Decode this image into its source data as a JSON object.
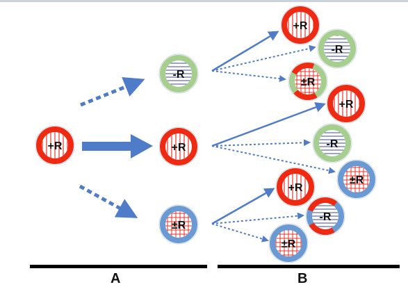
{
  "colors": {
    "red": "#ee2a12",
    "green": "#a6cf8f",
    "blue": "#6a9ad3",
    "arrow": "#4f7cc9",
    "hatch_red": "#e8322a",
    "hatch_blue": "#3b4a8c"
  },
  "stages": [
    {
      "label": "A"
    },
    {
      "label": "B"
    }
  ],
  "cells": {
    "parent": {
      "label": "+R",
      "type": "plus"
    },
    "gen1": [
      {
        "label": "-R",
        "type": "minus"
      },
      {
        "label": "+R",
        "type": "plus"
      },
      {
        "label": "±R",
        "type": "pm"
      }
    ],
    "gen2": [
      {
        "label": "+R",
        "type": "plus"
      },
      {
        "label": "-R",
        "type": "minus"
      },
      {
        "label": "±R",
        "type": "pm"
      },
      {
        "label": "+R",
        "type": "plus"
      },
      {
        "label": "-R",
        "type": "minus"
      },
      {
        "label": "±R",
        "type": "pm"
      },
      {
        "label": "+R",
        "type": "plus"
      },
      {
        "label": "-R",
        "type": "minus"
      },
      {
        "label": "±R",
        "type": "pm"
      }
    ]
  }
}
